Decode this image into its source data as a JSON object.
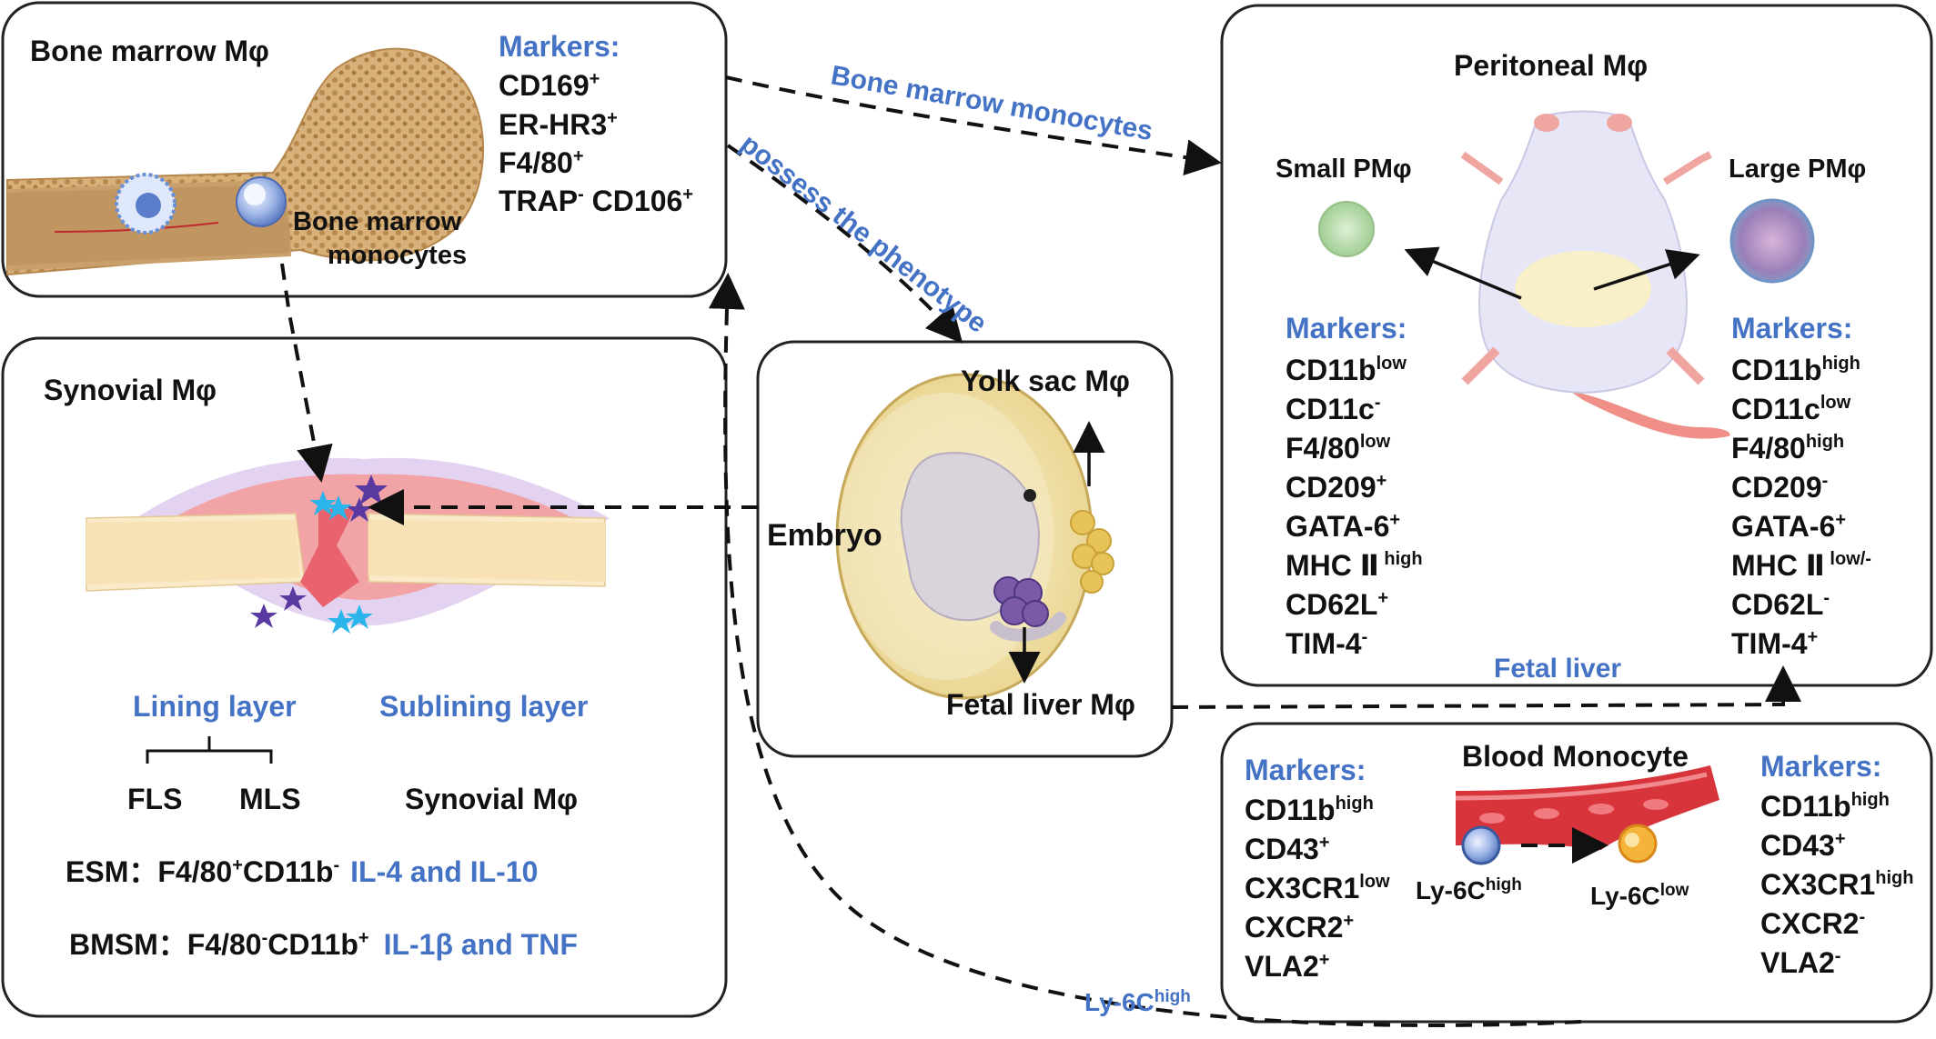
{
  "colors": {
    "accent_blue": "#4472c4",
    "text": "#111111",
    "bone": "#d8b77d",
    "blood": "#d8343c",
    "mouse_body": "#e6e6f7",
    "synovium_pink": "#f2a3a6"
  },
  "bone_marrow": {
    "title": "Bone marrow Mφ",
    "markers_title": "Markers:",
    "markers": [
      {
        "base": "CD169",
        "sup": "+"
      },
      {
        "base": "ER-HR3",
        "sup": "+"
      },
      {
        "base": "F4/80",
        "sup": "+"
      },
      {
        "base": "TRAP",
        "sup": "-",
        "rest": " CD106",
        "sup2": "+"
      }
    ],
    "monocytes_label_1": "Bone marrow",
    "monocytes_label_2": "monocytes"
  },
  "arrows": {
    "bm_to_peritoneal": "Bone marrow monocytes",
    "bm_to_embryo": "possess the phenotype",
    "embryo_to_peritoneal": "Fetal liver",
    "blood_to_bm_base": "Ly-6C",
    "blood_to_bm_sup": "high"
  },
  "peritoneal": {
    "title": "Peritoneal Mφ",
    "small_label": "Small PMφ",
    "large_label": "Large PMφ",
    "small_markers_title": "Markers:",
    "large_markers_title": "Markers:",
    "small_markers": [
      {
        "base": "CD11b",
        "sup": "low"
      },
      {
        "base": "CD11c",
        "sup": "-"
      },
      {
        "base": "F4/80",
        "sup": "low"
      },
      {
        "base": "CD209",
        "sup": "+"
      },
      {
        "base": "GATA-6",
        "sup": "+"
      },
      {
        "base": "MHC Ⅱ",
        "sup": " high"
      },
      {
        "base": "CD62L",
        "sup": "+"
      },
      {
        "base": "TIM-4",
        "sup": "-"
      }
    ],
    "large_markers": [
      {
        "base": "CD11b",
        "sup": "high"
      },
      {
        "base": "CD11c",
        "sup": "low"
      },
      {
        "base": "F4/80",
        "sup": "high"
      },
      {
        "base": "CD209",
        "sup": "-"
      },
      {
        "base": "GATA-6",
        "sup": "+"
      },
      {
        "base": "MHC Ⅱ",
        "sup": " low/-"
      },
      {
        "base": "CD62L",
        "sup": "-"
      },
      {
        "base": "TIM-4",
        "sup": "+"
      }
    ]
  },
  "synovial": {
    "title": "Synovial Mφ",
    "lining_label": "Lining layer",
    "sublining_label": "Sublining layer",
    "fls": "FLS",
    "mls": "MLS",
    "synovial_mphi": "Synovial Mφ",
    "esm": {
      "label": "ESM：F4/80",
      "s1": "+",
      "mid": "CD11b",
      "s2": "-",
      "cytokines": "IL-4 and IL-10"
    },
    "bmsm": {
      "label": "BMSM：F4/80",
      "s1": "-",
      "mid": "CD11b",
      "s2": "+",
      "cytokines": "IL-1β and TNF"
    }
  },
  "embryo": {
    "label": "Embryo",
    "yolk_sac": "Yolk sac Mφ",
    "fetal_liver": "Fetal liver Mφ"
  },
  "blood": {
    "title": "Blood Monocyte",
    "left_markers_title": "Markers:",
    "right_markers_title": "Markers:",
    "left_markers": [
      {
        "base": "CD11b",
        "sup": "high"
      },
      {
        "base": "CD43",
        "sup": "+"
      },
      {
        "base": "CX3CR1",
        "sup": "low"
      },
      {
        "base": "CXCR2",
        "sup": "+"
      },
      {
        "base": "VLA2",
        "sup": "+"
      }
    ],
    "right_markers": [
      {
        "base": "CD11b",
        "sup": "high"
      },
      {
        "base": "CD43",
        "sup": "+"
      },
      {
        "base": "CX3CR1",
        "sup": "high"
      },
      {
        "base": "CXCR2",
        "sup": "-"
      },
      {
        "base": "VLA2",
        "sup": "-"
      }
    ],
    "ly6c_high_base": "Ly-6C",
    "ly6c_high_sup": "high",
    "ly6c_low_base": "Ly-6C",
    "ly6c_low_sup": "low"
  }
}
